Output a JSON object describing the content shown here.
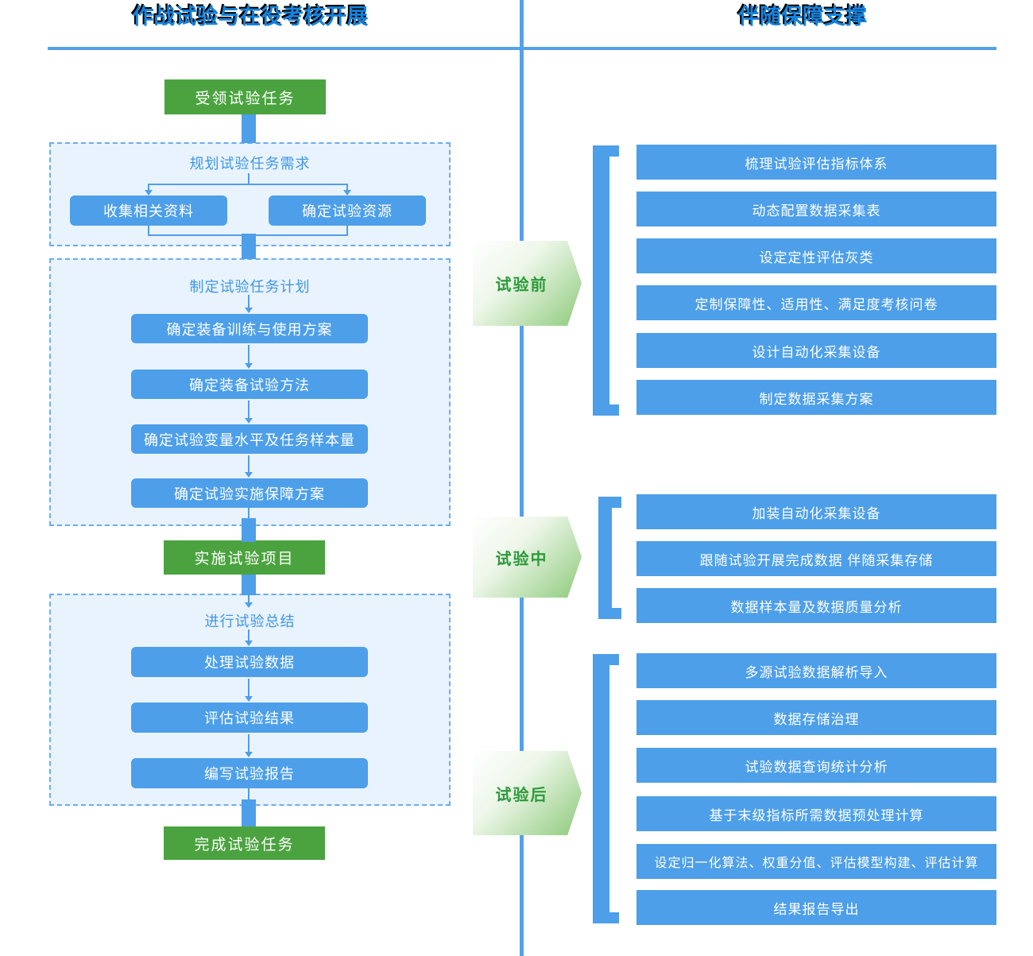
{
  "header": {
    "left_title": "作战试验与在役考核开展",
    "right_title": "伴随保障支撑"
  },
  "colors": {
    "blue": "#4d9fe9",
    "green": "#4ba33f",
    "line_blue": "#55a1e9",
    "stage_text_green": "#2c9a3b",
    "dashed_fill": "#e9f3fd"
  },
  "left_flow": {
    "start_box": "受领试验任务",
    "plan_section": {
      "title": "规划试验任务需求",
      "box_collect": "收集相关资料",
      "box_resource": "确定试验资源"
    },
    "make_section": {
      "title": "制定试验任务计划",
      "boxes": [
        "确定装备训练与使用方案",
        "确定装备试验方法",
        "确定试验变量水平及任务样本量",
        "确定试验实施保障方案"
      ]
    },
    "implement_box": "实施试验项目",
    "summary_section": {
      "title": "进行试验总结",
      "boxes": [
        "处理试验数据",
        "评估试验结果",
        "编写试验报告"
      ]
    },
    "finish_box": "完成试验任务"
  },
  "right_panel": {
    "groups": [
      {
        "label": "试验前",
        "bars": [
          "梳理试验评估指标体系",
          "动态配置数据采集表",
          "设定定性评估灰类",
          "定制保障性、适用性、满足度考核问卷",
          "设计自动化采集设备",
          "制定数据采集方案"
        ]
      },
      {
        "label": "试验中",
        "bars": [
          "加装自动化采集设备",
          "跟随试验开展完成数据 伴随采集存储",
          "数据样本量及数据质量分析"
        ]
      },
      {
        "label": "试验后",
        "bars": [
          "多源试验数据解析导入",
          "数据存储治理",
          "试验数据查询统计分析",
          "基于末级指标所需数据预处理计算",
          "设定归一化算法、权重分值、评估模型构建、评估计算",
          "结果报告导出"
        ]
      }
    ]
  }
}
